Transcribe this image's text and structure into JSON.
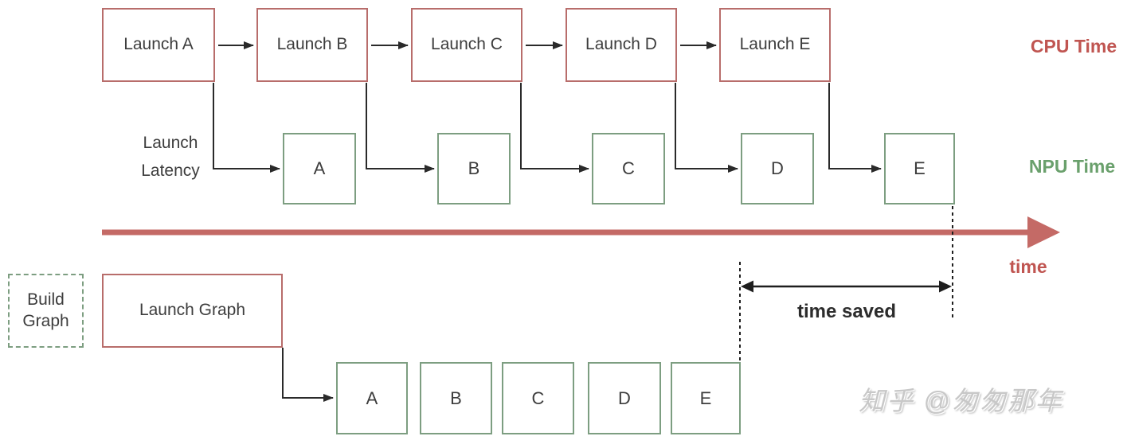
{
  "colors": {
    "box_red_border": "#b86d6b",
    "box_green_border": "#7d9e81",
    "accent_red": "#c05551",
    "accent_green": "#6aa06c",
    "connector_black": "#2a2a2a",
    "ink": "#3d3d3d",
    "watermark_gray": "#c8c8c8"
  },
  "cpu_row": {
    "axis_label": "CPU Time",
    "boxes": [
      "Launch A",
      "Launch B",
      "Launch C",
      "Launch D",
      "Launch E"
    ]
  },
  "npu_row": {
    "axis_label": "NPU Time",
    "latency_label": "Launch Latency",
    "boxes": [
      "A",
      "B",
      "C",
      "D",
      "E"
    ]
  },
  "timeline": {
    "label": "time"
  },
  "graph_flow": {
    "build_box": "Build Graph",
    "launch_box": "Launch Graph",
    "boxes": [
      "A",
      "B",
      "C",
      "D",
      "E"
    ],
    "time_saved_label": "time saved"
  },
  "watermark": "知乎 @匆匆那年"
}
